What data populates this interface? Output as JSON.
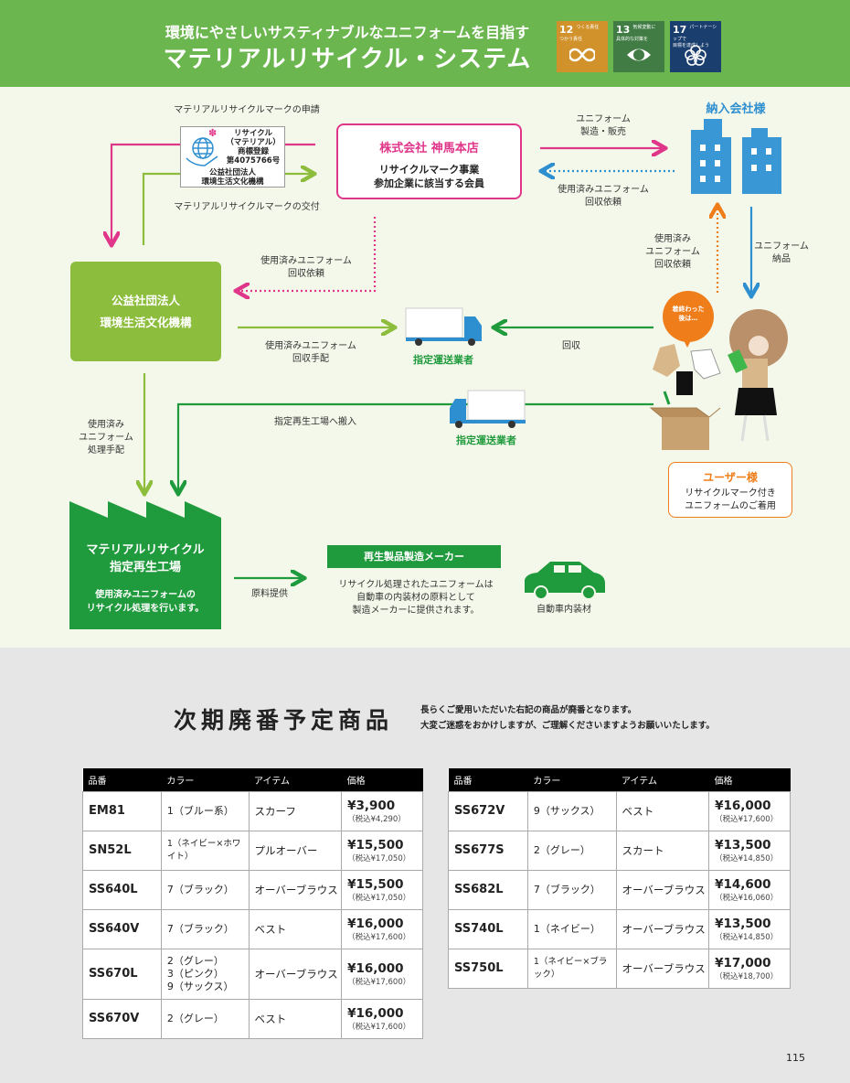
{
  "header": {
    "subtitle": "環境にやさしいサスティナブルなユニフォームを目指す",
    "title": "マテリアルリサイクル・システム",
    "sdgs": [
      {
        "number": "12",
        "label": "つくる責任\nつかう責任",
        "color": "#d1922b"
      },
      {
        "number": "13",
        "label": "気候変動に\n具体的な対策を",
        "color": "#417c45"
      },
      {
        "number": "17",
        "label": "パートナーシップで\n目標を達成しよう",
        "color": "#1a3f6e"
      }
    ]
  },
  "diagram": {
    "mark_apply": "マテリアルリサイクルマークの申請",
    "mark_issue": "マテリアルリサイクルマークの交付",
    "mark": {
      "line1": "リサイクル",
      "line2": "（マテリアル）",
      "line3": "商標登録",
      "line4": "第4075766号",
      "line5": "公益社団法人",
      "line6": "環境生活文化機構"
    },
    "shinma": {
      "name": "株式会社 神馬本店",
      "desc": "リサイクルマーク事業\n参加企業に該当する会員"
    },
    "mfg_sale": "ユニフォーム\n製造・販売",
    "collect_req_right": "使用済みユニフォーム\n回収依頼",
    "client": "納入会社様",
    "delivery": "ユニフォーム\n納品",
    "collect_req_user": "使用済み\nユニフォーム\n回収依頼",
    "collect_req_mid": "使用済みユニフォーム\n回収依頼",
    "org": "公益社団法人\n環境生活文化機構",
    "collect_arrange": "使用済みユニフォーム\n回収手配",
    "carrier1": "指定運送業者",
    "collect": "回収",
    "to_factory": "指定再生工場へ搬入",
    "carrier2": "指定運送業者",
    "process_arrange": "使用済み\nユニフォーム\n処理手配",
    "factory": {
      "title": "マテリアルリサイクル\n指定再生工場",
      "desc": "使用済みユニフォームの\nリサイクル処理を行います。"
    },
    "material_supply": "原料提供",
    "maker": {
      "title": "再生製品製造メーカー",
      "desc": "リサイクル処理されたユニフォームは\n自動車の内装材の原料として\n製造メーカーに提供されます。"
    },
    "car_interior": "自動車内装材",
    "bubble": "着終わった\n後は…",
    "user": {
      "title": "ユーザー様",
      "desc": "リサイクルマーク付き\nユニフォームのご着用"
    }
  },
  "discontinued": {
    "title": "次期廃番予定商品",
    "notice": "長らくご愛用いただいた右記の商品が廃番となります。\n大変ご迷惑をおかけしますが、ご理解くださいますようお願いいたします。",
    "columns": [
      "品番",
      "カラー",
      "アイテム",
      "価格"
    ],
    "table_left": [
      {
        "code": "EM81",
        "color": "1（ブルー系）",
        "item": "スカーフ",
        "price": "¥3,900",
        "tax": "（税込¥4,290）"
      },
      {
        "code": "SN52L",
        "color": "1（ネイビー×ホワイト）",
        "item": "プルオーバー",
        "price": "¥15,500",
        "tax": "（税込¥17,050）"
      },
      {
        "code": "SS640L",
        "color": "7（ブラック）",
        "item": "オーバーブラウス",
        "price": "¥15,500",
        "tax": "（税込¥17,050）"
      },
      {
        "code": "SS640V",
        "color": "7（ブラック）",
        "item": "ベスト",
        "price": "¥16,000",
        "tax": "（税込¥17,600）"
      },
      {
        "code": "SS670L",
        "color": "2（グレー）\n3（ピンク）\n9（サックス）",
        "item": "オーバーブラウス",
        "price": "¥16,000",
        "tax": "（税込¥17,600）"
      },
      {
        "code": "SS670V",
        "color": "2（グレー）",
        "item": "ベスト",
        "price": "¥16,000",
        "tax": "（税込¥17,600）"
      }
    ],
    "table_right": [
      {
        "code": "SS672V",
        "color": "9（サックス）",
        "item": "ベスト",
        "price": "¥16,000",
        "tax": "（税込¥17,600）"
      },
      {
        "code": "SS677S",
        "color": "2（グレー）",
        "item": "スカート",
        "price": "¥13,500",
        "tax": "（税込¥14,850）"
      },
      {
        "code": "SS682L",
        "color": "7（ブラック）",
        "item": "オーバーブラウス",
        "price": "¥14,600",
        "tax": "（税込¥16,060）"
      },
      {
        "code": "SS740L",
        "color": "1（ネイビー）",
        "item": "オーバーブラウス",
        "price": "¥13,500",
        "tax": "（税込¥14,850）"
      },
      {
        "code": "SS750L",
        "color": "1（ネイビー×ブラック）",
        "item": "オーバーブラウス",
        "price": "¥17,000",
        "tax": "（税込¥18,700）"
      }
    ]
  },
  "page_number": "115"
}
